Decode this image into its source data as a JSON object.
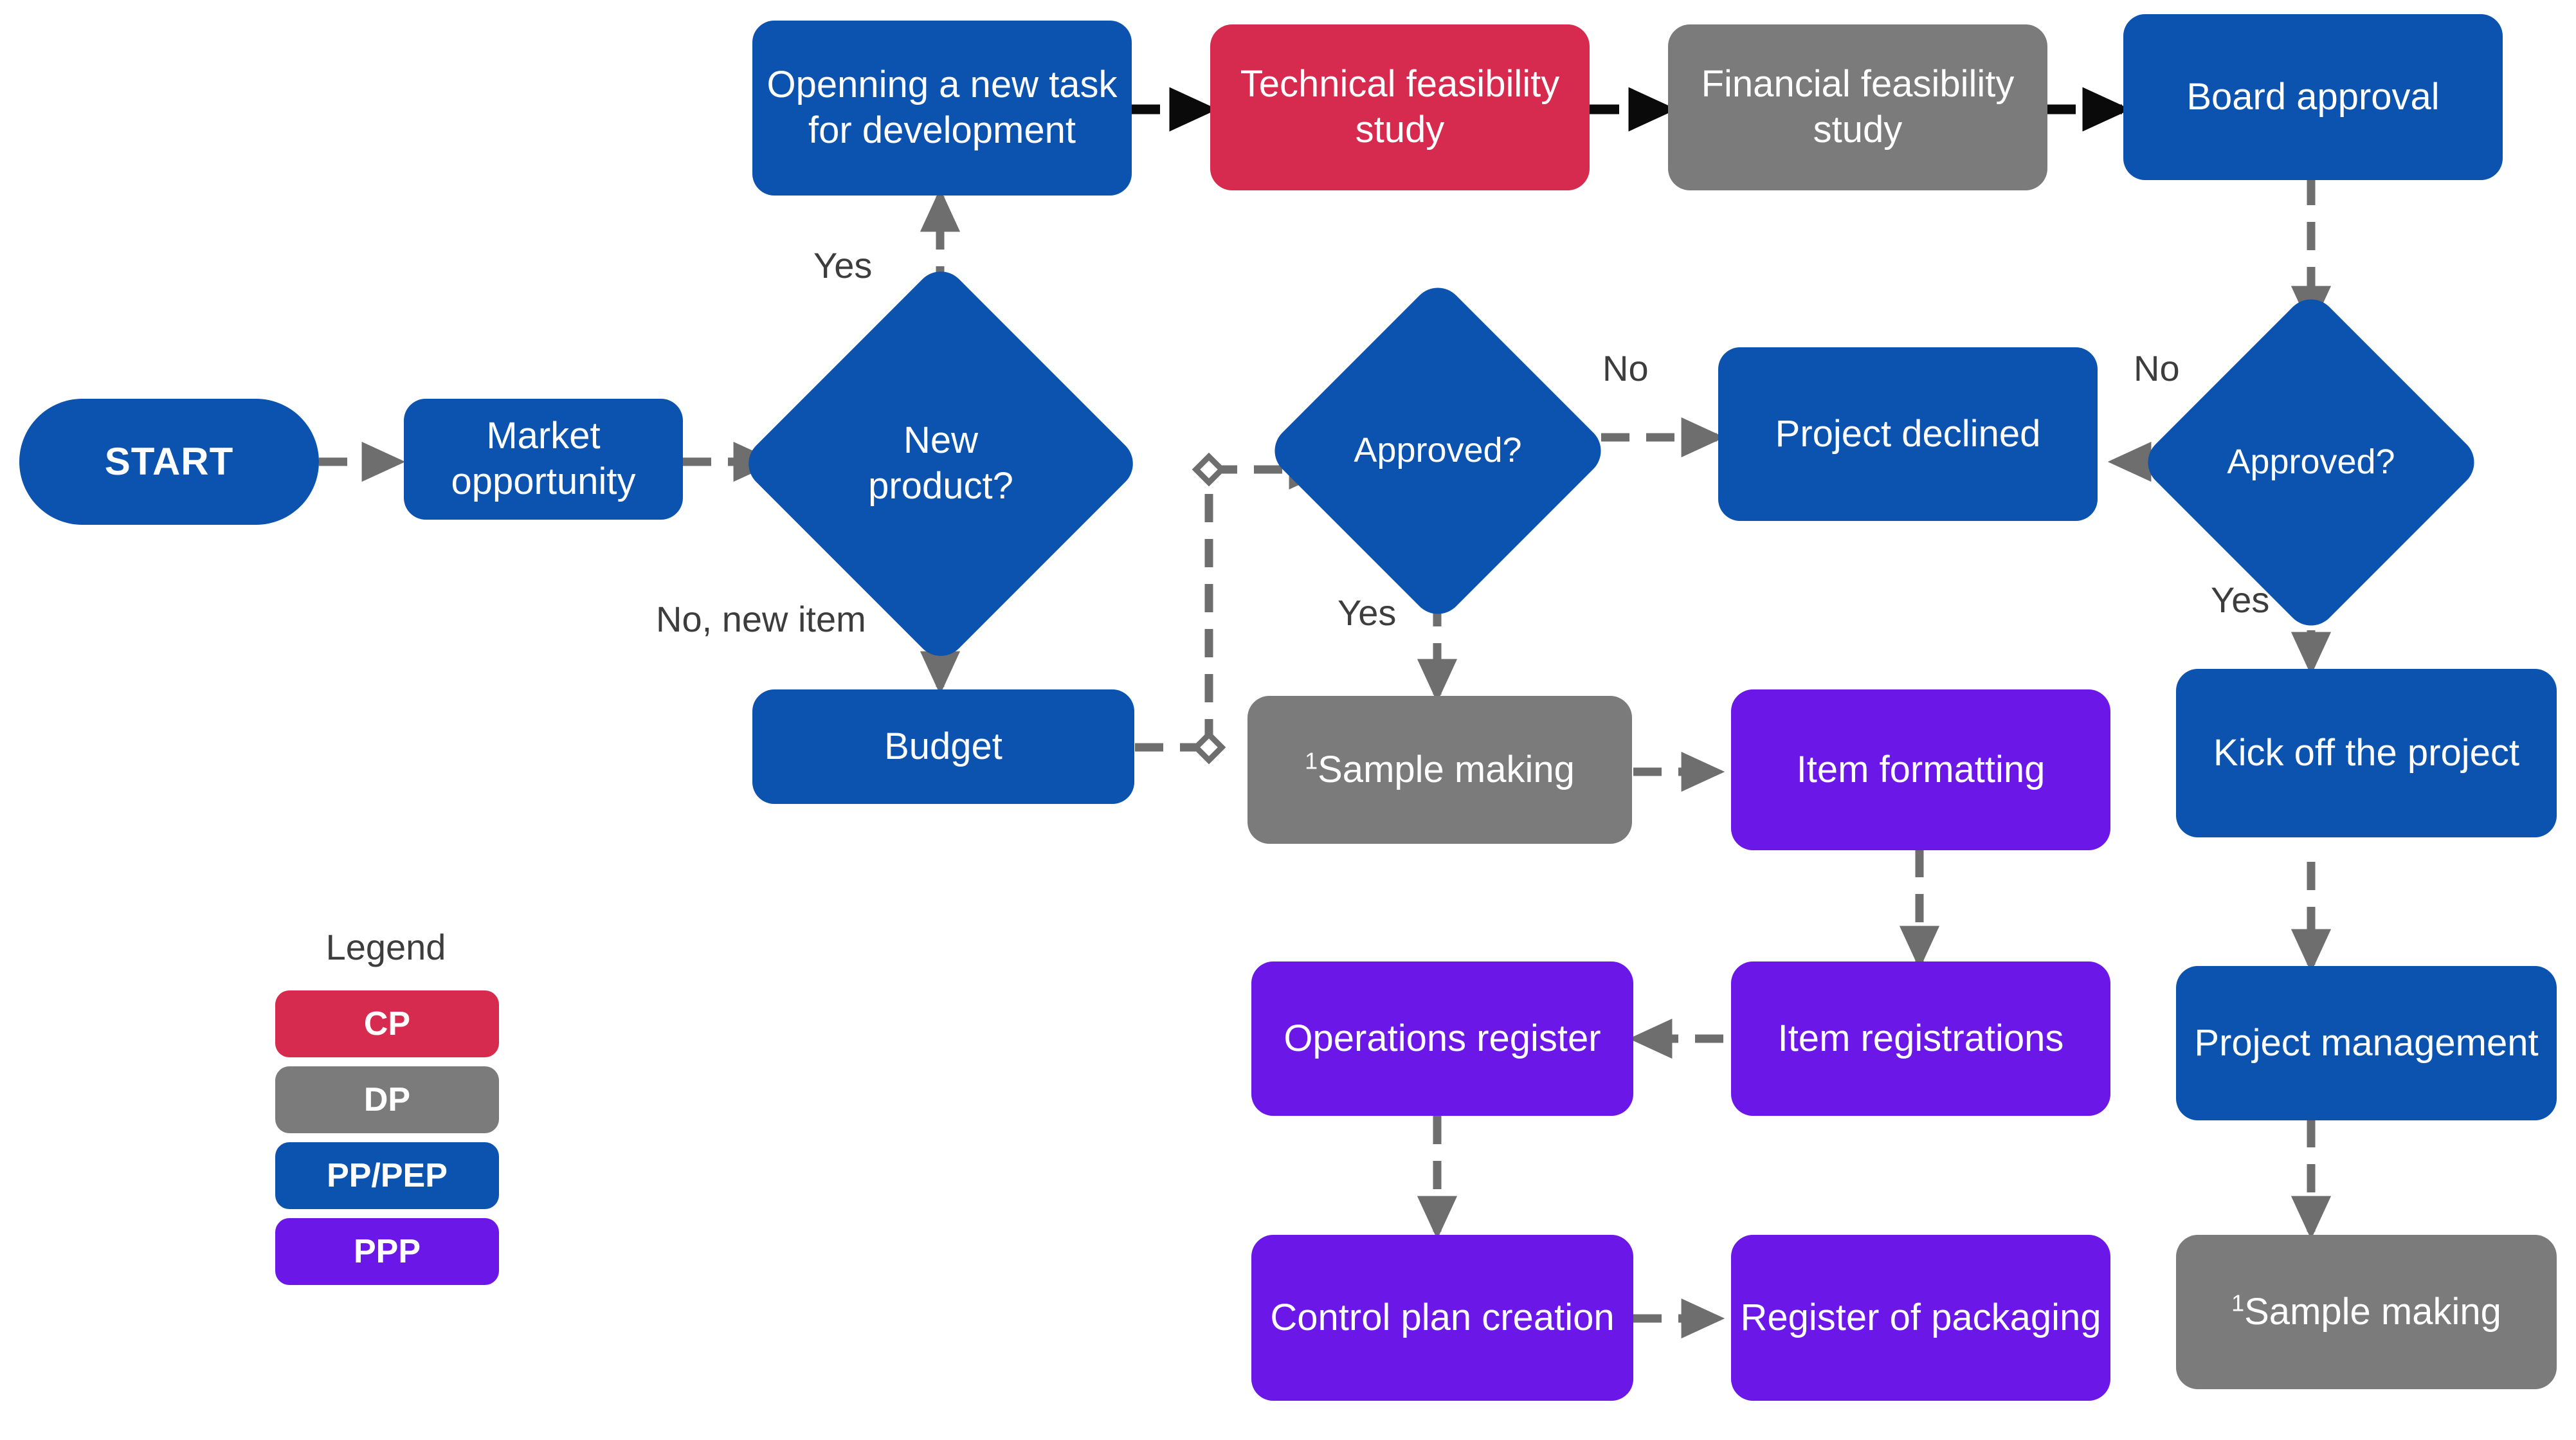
{
  "colors": {
    "cp": "#D62B4E",
    "dp": "#7B7B7B",
    "pp_pep": "#0B53AE",
    "ppp": "#6A17E8",
    "connector_gray": "#6E6E6E",
    "connector_black": "#0A0A0A",
    "label_text": "#3D3D3D",
    "background": "#FFFFFF"
  },
  "legend": {
    "title": "Legend",
    "items": [
      {
        "label": "CP",
        "color_key": "cp"
      },
      {
        "label": "DP",
        "color_key": "dp"
      },
      {
        "label": "PP/PEP",
        "color_key": "pp_pep"
      },
      {
        "label": "PPP",
        "color_key": "ppp"
      }
    ]
  },
  "nodes": {
    "start": {
      "label": "START",
      "type": "terminator",
      "category": "PP/PEP"
    },
    "market_opportunity": {
      "label": "Market opportunity",
      "type": "process",
      "category": "PP/PEP"
    },
    "new_product": {
      "label": "New product?",
      "type": "decision",
      "category": "PP/PEP"
    },
    "opening_new_task": {
      "label": "Openning a new task for development",
      "type": "process",
      "category": "PP/PEP"
    },
    "technical_feasibility": {
      "label": "Technical feasibility study",
      "type": "process",
      "category": "CP"
    },
    "financial_feasibility": {
      "label": "Financial feasibility study",
      "type": "process",
      "category": "DP"
    },
    "board_approval": {
      "label": "Board approval",
      "type": "process",
      "category": "PP/PEP"
    },
    "approved_right": {
      "label": "Approved?",
      "type": "decision",
      "category": "PP/PEP"
    },
    "approved_middle": {
      "label": "Approved?",
      "type": "decision",
      "category": "PP/PEP"
    },
    "project_declined": {
      "label": "Project declined",
      "type": "process",
      "category": "PP/PEP"
    },
    "budget": {
      "label": "Budget",
      "type": "process",
      "category": "PP/PEP"
    },
    "sample_making_mid": {
      "label": "¹Sample making",
      "type": "process",
      "category": "DP"
    },
    "item_formatting": {
      "label": "Item formatting",
      "type": "process",
      "category": "PPP"
    },
    "item_registrations": {
      "label": "Item registrations",
      "type": "process",
      "category": "PPP"
    },
    "operations_register": {
      "label": "Operations register",
      "type": "process",
      "category": "PPP"
    },
    "control_plan_creation": {
      "label": "Control plan creation",
      "type": "process",
      "category": "PPP"
    },
    "register_of_packaging": {
      "label": "Register of packaging",
      "type": "process",
      "category": "PPP"
    },
    "kick_off_project": {
      "label": "Kick off the project",
      "type": "process",
      "category": "PP/PEP"
    },
    "project_management": {
      "label": "Project management",
      "type": "process",
      "category": "PP/PEP"
    },
    "sample_making_right": {
      "label": "¹Sample making",
      "type": "process",
      "category": "DP"
    }
  },
  "edge_labels": {
    "yes_new_product": "Yes",
    "no_new_item": "No, new item",
    "yes_approved_mid": "Yes",
    "no_approved_mid": "No",
    "no_approved_right": "No",
    "yes_approved_right": "Yes"
  },
  "edges": [
    {
      "from": "start",
      "to": "market_opportunity",
      "style": "dashed-gray"
    },
    {
      "from": "market_opportunity",
      "to": "new_product",
      "style": "dashed-gray"
    },
    {
      "from": "new_product",
      "to": "opening_new_task",
      "style": "dashed-gray",
      "label": "Yes"
    },
    {
      "from": "new_product",
      "to": "budget",
      "style": "dashed-gray",
      "label": "No, new item"
    },
    {
      "from": "opening_new_task",
      "to": "technical_feasibility",
      "style": "dashed-black"
    },
    {
      "from": "technical_feasibility",
      "to": "financial_feasibility",
      "style": "dashed-black"
    },
    {
      "from": "financial_feasibility",
      "to": "board_approval",
      "style": "dashed-black"
    },
    {
      "from": "board_approval",
      "to": "approved_right",
      "style": "dashed-gray"
    },
    {
      "from": "approved_right",
      "to": "project_declined",
      "style": "dashed-gray",
      "label": "No"
    },
    {
      "from": "approved_right",
      "to": "kick_off_project",
      "style": "dashed-gray",
      "label": "Yes"
    },
    {
      "from": "budget",
      "to": "approved_middle",
      "style": "dashed-gray-elbow"
    },
    {
      "from": "approved_middle",
      "to": "project_declined",
      "style": "dashed-gray",
      "label": "No"
    },
    {
      "from": "approved_middle",
      "to": "sample_making_mid",
      "style": "dashed-gray",
      "label": "Yes"
    },
    {
      "from": "sample_making_mid",
      "to": "item_formatting",
      "style": "dashed-gray"
    },
    {
      "from": "item_formatting",
      "to": "item_registrations",
      "style": "dashed-gray"
    },
    {
      "from": "item_registrations",
      "to": "operations_register",
      "style": "dashed-gray"
    },
    {
      "from": "operations_register",
      "to": "control_plan_creation",
      "style": "dashed-gray"
    },
    {
      "from": "control_plan_creation",
      "to": "register_of_packaging",
      "style": "dashed-gray"
    },
    {
      "from": "kick_off_project",
      "to": "project_management",
      "style": "dashed-gray"
    },
    {
      "from": "project_management",
      "to": "sample_making_right",
      "style": "dashed-gray"
    }
  ]
}
